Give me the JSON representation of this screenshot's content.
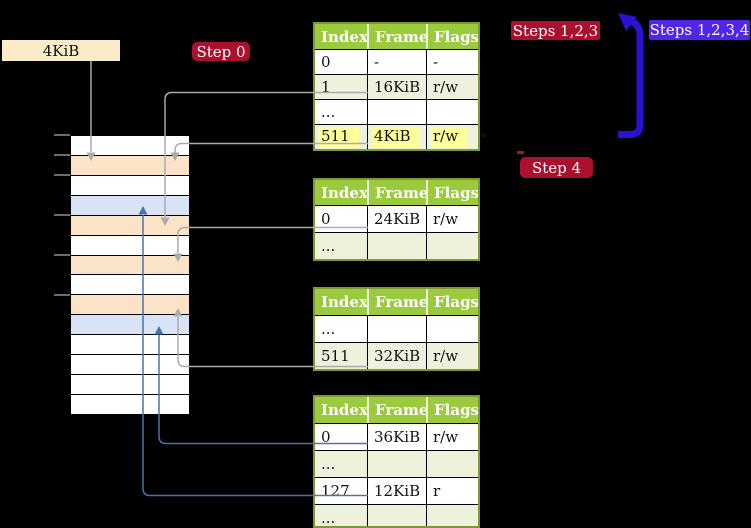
{
  "page_size_label": "4KiB",
  "badges": {
    "step0": "Step 0",
    "steps123": "Steps 1,2,3",
    "steps1234": "Steps 1,2,3,4",
    "step4": "Step 4"
  },
  "memory_stack": {
    "rows": [
      "white",
      "peach",
      "white",
      "blue",
      "peach",
      "white",
      "peach",
      "white",
      "peach",
      "blue",
      "white",
      "white",
      "white",
      "white"
    ]
  },
  "tables": [
    {
      "id": "table1",
      "headers": [
        "Index",
        "Frame",
        "Flags"
      ],
      "highlight_row": 3,
      "rows": [
        [
          "0",
          "-",
          "-"
        ],
        [
          "1",
          "16KiB",
          "r/w"
        ],
        [
          "...",
          "",
          ""
        ],
        [
          "511",
          "4KiB",
          "r/w"
        ]
      ]
    },
    {
      "id": "table2",
      "headers": [
        "Index",
        "Frame",
        "Flags"
      ],
      "highlight_row": null,
      "rows": [
        [
          "0",
          "24KiB",
          "r/w"
        ],
        [
          "...",
          "",
          ""
        ]
      ]
    },
    {
      "id": "table3",
      "headers": [
        "Index",
        "Frame",
        "Flags"
      ],
      "highlight_row": null,
      "rows": [
        [
          "...",
          "",
          ""
        ],
        [
          "511",
          "32KiB",
          "r/w"
        ]
      ]
    },
    {
      "id": "table4",
      "headers": [
        "Index",
        "Frame",
        "Flags"
      ],
      "highlight_row": null,
      "rows": [
        [
          "0",
          "36KiB",
          "r/w"
        ],
        [
          "...",
          "",
          ""
        ],
        [
          "127",
          "12KiB",
          "r"
        ],
        [
          "...",
          "",
          ""
        ]
      ]
    }
  ],
  "colors": {
    "header_bg": "#9cca3f",
    "table_border": "#7c9a30",
    "row_alt_bg": "#edf2dc",
    "row_white_bg": "#ffffff",
    "highlight": "#ffff99",
    "peach": "#fbe3c8",
    "blue_row": "#d8e3f5",
    "cream": "#faecc8",
    "crimson": "#a9112f",
    "violet": "#5126e8",
    "arrow_gray": "#ababab",
    "arrow_blue": "#4a72b0",
    "arrow_thick": "#2b11d1"
  }
}
